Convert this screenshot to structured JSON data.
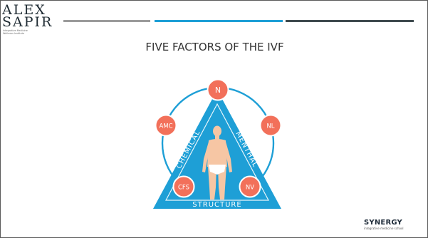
{
  "logo": {
    "line1": "ALEX",
    "line2": "SAPIR",
    "tagline1": "Integrative Medicine",
    "tagline2": "Wellness Institute"
  },
  "slide": {
    "title": "FIVE FACTORS OF THE IVF"
  },
  "diagram": {
    "nodes": {
      "top": "N",
      "left": "AMC",
      "right": "NL",
      "bottom_left": "CFS",
      "bottom_right": "NV"
    },
    "triangle_sides": {
      "left": "CHEMICAL",
      "right": "MENTHAL",
      "bottom": "STRUCTURE"
    },
    "colors": {
      "triangle": "#1e9fd6",
      "circle_ring": "#1e9fd6",
      "node_fill": "#f2705a",
      "node_stroke": "#ffffff",
      "body": "#f6c6a4"
    }
  },
  "footer": {
    "brand": "SYNERGY",
    "brand_sub": "integrative medicine school"
  }
}
